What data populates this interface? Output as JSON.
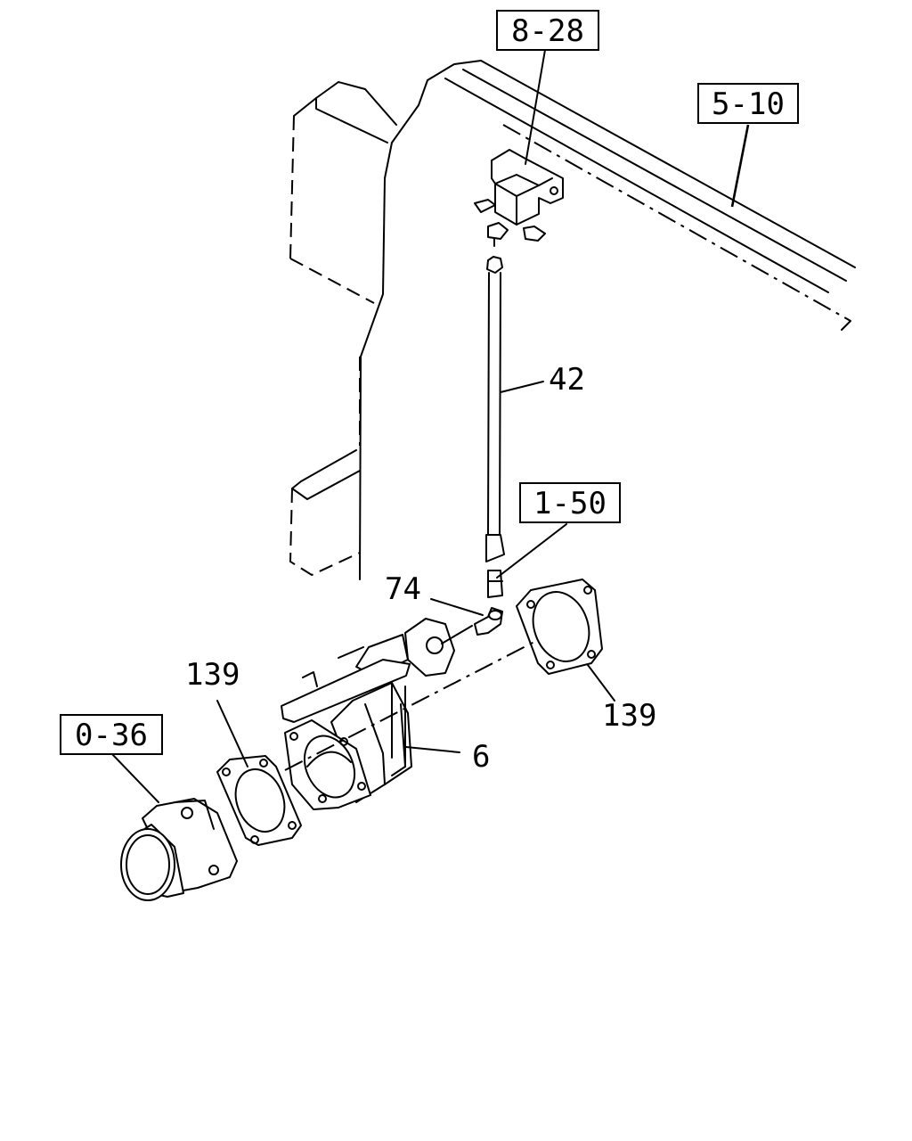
{
  "references": {
    "ref_8_28": "8-28",
    "ref_5_10": "5-10",
    "ref_1_50": "1-50",
    "ref_0_36": "0-36"
  },
  "callouts": {
    "part_42": "42",
    "part_74": "74",
    "part_139_left": "139",
    "part_139_right": "139",
    "part_6": "6"
  }
}
